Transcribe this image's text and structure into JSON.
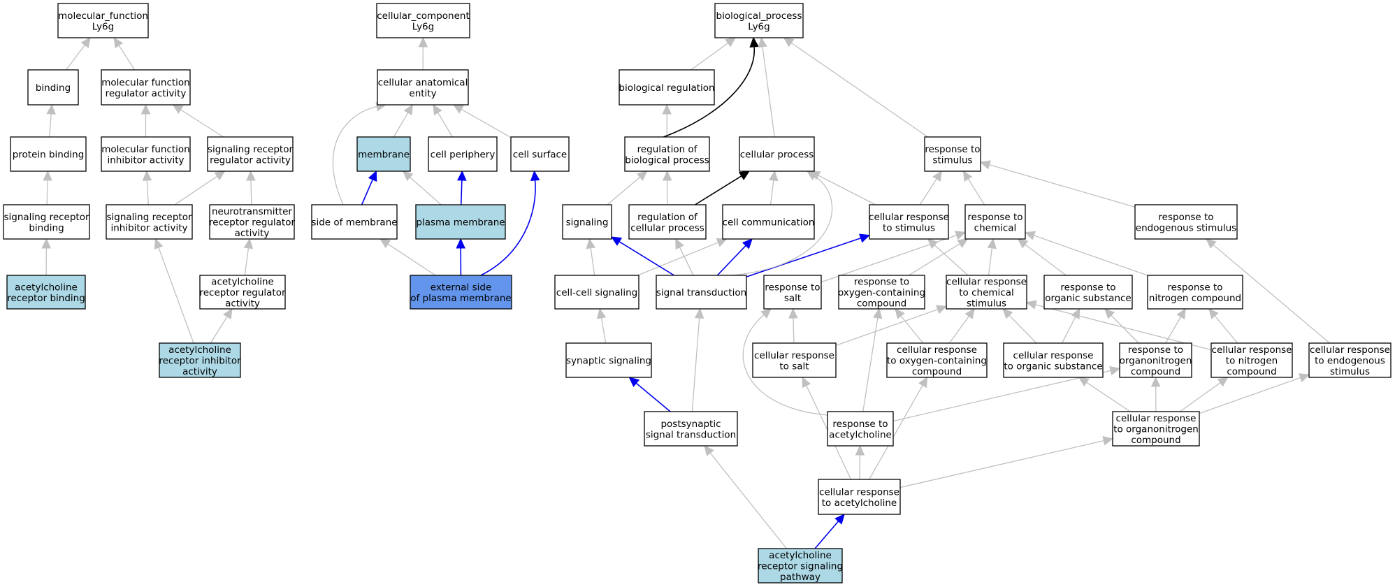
{
  "colors": {
    "default_fill": "#ffffff",
    "light_fill": "#add8e6",
    "dark_fill": "#6495ed",
    "edge_gray": "#c0c0c0",
    "edge_blue": "#0000ee",
    "edge_black": "#000000"
  },
  "nodes": {
    "mf_root": {
      "lines": [
        "molecular_function",
        "Ly6g"
      ],
      "fill": "default"
    },
    "binding": {
      "lines": [
        "binding"
      ],
      "fill": "default"
    },
    "mf_reg": {
      "lines": [
        "molecular function",
        "regulator activity"
      ],
      "fill": "default"
    },
    "protein_binding": {
      "lines": [
        "protein binding"
      ],
      "fill": "default"
    },
    "mf_inhib": {
      "lines": [
        "molecular function",
        "inhibitor activity"
      ],
      "fill": "default"
    },
    "sig_rec_reg": {
      "lines": [
        "signaling receptor",
        "regulator activity"
      ],
      "fill": "default"
    },
    "sig_rec_binding": {
      "lines": [
        "signaling receptor",
        "binding"
      ],
      "fill": "default"
    },
    "sig_rec_inhib": {
      "lines": [
        "signaling receptor",
        "inhibitor activity"
      ],
      "fill": "default"
    },
    "neuro_rec_reg": {
      "lines": [
        "neurotransmitter",
        "receptor regulator",
        "activity"
      ],
      "fill": "default"
    },
    "ach_rec_binding": {
      "lines": [
        "acetylcholine",
        "receptor binding"
      ],
      "fill": "light"
    },
    "ach_rec_reg": {
      "lines": [
        "acetylcholine",
        "receptor regulator",
        "activity"
      ],
      "fill": "default"
    },
    "ach_rec_inhib": {
      "lines": [
        "acetylcholine",
        "receptor inhibitor",
        "activity"
      ],
      "fill": "light"
    },
    "cc_root": {
      "lines": [
        "cellular_component",
        "Ly6g"
      ],
      "fill": "default"
    },
    "cae": {
      "lines": [
        "cellular anatomical",
        "entity"
      ],
      "fill": "default"
    },
    "membrane": {
      "lines": [
        "membrane"
      ],
      "fill": "light"
    },
    "cell_periphery": {
      "lines": [
        "cell periphery"
      ],
      "fill": "default"
    },
    "cell_surface": {
      "lines": [
        "cell surface"
      ],
      "fill": "default"
    },
    "side_membrane": {
      "lines": [
        "side of membrane"
      ],
      "fill": "default"
    },
    "plasma_membrane": {
      "lines": [
        "plasma membrane"
      ],
      "fill": "light"
    },
    "ext_side_pm": {
      "lines": [
        "external side",
        "of plasma membrane"
      ],
      "fill": "dark"
    },
    "bp_root": {
      "lines": [
        "biological_process",
        "Ly6g"
      ],
      "fill": "default"
    },
    "bio_reg": {
      "lines": [
        "biological regulation"
      ],
      "fill": "default"
    },
    "reg_bio_proc": {
      "lines": [
        "regulation of",
        "biological process"
      ],
      "fill": "default"
    },
    "cell_proc": {
      "lines": [
        "cellular process"
      ],
      "fill": "default"
    },
    "resp_stim": {
      "lines": [
        "response to",
        "stimulus"
      ],
      "fill": "default"
    },
    "signaling": {
      "lines": [
        "signaling"
      ],
      "fill": "default"
    },
    "reg_cell_proc": {
      "lines": [
        "regulation of",
        "cellular process"
      ],
      "fill": "default"
    },
    "cell_comm": {
      "lines": [
        "cell communication"
      ],
      "fill": "default"
    },
    "cell_resp_stim": {
      "lines": [
        "cellular response",
        "to stimulus"
      ],
      "fill": "default"
    },
    "resp_chem": {
      "lines": [
        "response to",
        "chemical"
      ],
      "fill": "default"
    },
    "resp_endo": {
      "lines": [
        "response to",
        "endogenous stimulus"
      ],
      "fill": "default"
    },
    "cell_cell_sig": {
      "lines": [
        "cell-cell signaling"
      ],
      "fill": "default"
    },
    "sig_trans": {
      "lines": [
        "signal transduction"
      ],
      "fill": "default"
    },
    "resp_salt": {
      "lines": [
        "response to",
        "salt"
      ],
      "fill": "default"
    },
    "resp_oxy": {
      "lines": [
        "response to",
        "oxygen-containing",
        "compound"
      ],
      "fill": "default"
    },
    "cell_resp_chem": {
      "lines": [
        "cellular response",
        "to chemical",
        "stimulus"
      ],
      "fill": "default"
    },
    "resp_org_sub": {
      "lines": [
        "response to",
        "organic substance"
      ],
      "fill": "default"
    },
    "resp_nitro": {
      "lines": [
        "response to",
        "nitrogen compound"
      ],
      "fill": "default"
    },
    "syn_sig": {
      "lines": [
        "synaptic signaling"
      ],
      "fill": "default"
    },
    "cell_resp_salt": {
      "lines": [
        "cellular response",
        "to salt"
      ],
      "fill": "default"
    },
    "cell_resp_oxy": {
      "lines": [
        "cellular response",
        "to oxygen-containing",
        "compound"
      ],
      "fill": "default"
    },
    "cell_resp_org_sub": {
      "lines": [
        "cellular response",
        "to organic substance"
      ],
      "fill": "default"
    },
    "resp_organonitro": {
      "lines": [
        "response to",
        "organonitrogen",
        "compound"
      ],
      "fill": "default"
    },
    "cell_resp_nitro": {
      "lines": [
        "cellular response",
        "to nitrogen",
        "compound"
      ],
      "fill": "default"
    },
    "cell_resp_endo": {
      "lines": [
        "cellular response",
        "to endogenous",
        "stimulus"
      ],
      "fill": "default"
    },
    "postsyn_sig": {
      "lines": [
        "postsynaptic",
        "signal transduction"
      ],
      "fill": "default"
    },
    "resp_ach": {
      "lines": [
        "response to",
        "acetylcholine"
      ],
      "fill": "default"
    },
    "cell_resp_organonitro": {
      "lines": [
        "cellular response",
        "to organonitrogen",
        "compound"
      ],
      "fill": "default"
    },
    "cell_resp_ach": {
      "lines": [
        "cellular response",
        "to acetylcholine"
      ],
      "fill": "default"
    },
    "ach_path": {
      "lines": [
        "acetylcholine",
        "receptor signaling",
        "pathway"
      ],
      "fill": "light"
    }
  },
  "edges": [
    {
      "from": "binding",
      "to": "mf_root",
      "color": "gray"
    },
    {
      "from": "mf_reg",
      "to": "mf_root",
      "color": "gray"
    },
    {
      "from": "protein_binding",
      "to": "binding",
      "color": "gray"
    },
    {
      "from": "mf_inhib",
      "to": "mf_reg",
      "color": "gray"
    },
    {
      "from": "sig_rec_reg",
      "to": "mf_reg",
      "color": "gray"
    },
    {
      "from": "sig_rec_binding",
      "to": "protein_binding",
      "color": "gray"
    },
    {
      "from": "sig_rec_inhib",
      "to": "mf_inhib",
      "color": "gray"
    },
    {
      "from": "sig_rec_inhib",
      "to": "sig_rec_reg",
      "color": "gray"
    },
    {
      "from": "neuro_rec_reg",
      "to": "sig_rec_reg",
      "color": "gray"
    },
    {
      "from": "ach_rec_binding",
      "to": "sig_rec_binding",
      "color": "gray"
    },
    {
      "from": "ach_rec_reg",
      "to": "neuro_rec_reg",
      "color": "gray"
    },
    {
      "from": "ach_rec_inhib",
      "to": "sig_rec_inhib",
      "color": "gray"
    },
    {
      "from": "ach_rec_inhib",
      "to": "ach_rec_reg",
      "color": "gray"
    },
    {
      "from": "cae",
      "to": "cc_root",
      "color": "gray"
    },
    {
      "from": "membrane",
      "to": "cae",
      "color": "gray"
    },
    {
      "from": "cell_periphery",
      "to": "cae",
      "color": "gray"
    },
    {
      "from": "cell_surface",
      "to": "cae",
      "color": "gray"
    },
    {
      "from": "side_membrane",
      "to": "cae",
      "color": "gray",
      "curve": "side-left"
    },
    {
      "from": "side_membrane",
      "to": "membrane",
      "color": "blue"
    },
    {
      "from": "plasma_membrane",
      "to": "membrane",
      "color": "gray"
    },
    {
      "from": "plasma_membrane",
      "to": "cell_periphery",
      "color": "blue"
    },
    {
      "from": "ext_side_pm",
      "to": "side_membrane",
      "color": "gray"
    },
    {
      "from": "ext_side_pm",
      "to": "plasma_membrane",
      "color": "blue"
    },
    {
      "from": "ext_side_pm",
      "to": "cell_surface",
      "color": "blue",
      "curve": "right-up"
    },
    {
      "from": "bio_reg",
      "to": "bp_root",
      "color": "gray"
    },
    {
      "from": "reg_bio_proc",
      "to": "bio_reg",
      "color": "gray"
    },
    {
      "from": "reg_bio_proc",
      "to": "bp_root",
      "color": "black",
      "curve": "up-right"
    },
    {
      "from": "cell_proc",
      "to": "bp_root",
      "color": "gray"
    },
    {
      "from": "resp_stim",
      "to": "bp_root",
      "color": "gray"
    },
    {
      "from": "signaling",
      "to": "reg_bio_proc",
      "color": "gray"
    },
    {
      "from": "reg_cell_proc",
      "to": "reg_bio_proc",
      "color": "gray"
    },
    {
      "from": "reg_cell_proc",
      "to": "cell_proc",
      "color": "black"
    },
    {
      "from": "cell_comm",
      "to": "cell_proc",
      "color": "gray"
    },
    {
      "from": "cell_resp_stim",
      "to": "cell_proc",
      "color": "gray"
    },
    {
      "from": "cell_resp_stim",
      "to": "resp_stim",
      "color": "gray"
    },
    {
      "from": "resp_chem",
      "to": "resp_stim",
      "color": "gray"
    },
    {
      "from": "resp_endo",
      "to": "resp_stim",
      "color": "gray"
    },
    {
      "from": "cell_cell_sig",
      "to": "signaling",
      "color": "gray"
    },
    {
      "from": "cell_cell_sig",
      "to": "cell_comm",
      "color": "gray"
    },
    {
      "from": "sig_trans",
      "to": "signaling",
      "color": "blue"
    },
    {
      "from": "sig_trans",
      "to": "reg_cell_proc",
      "color": "gray"
    },
    {
      "from": "sig_trans",
      "to": "cell_comm",
      "color": "blue"
    },
    {
      "from": "sig_trans",
      "to": "cell_resp_stim",
      "color": "blue"
    },
    {
      "from": "sig_trans",
      "to": "cell_proc",
      "color": "gray",
      "curve": "bulge-right"
    },
    {
      "from": "resp_salt",
      "to": "resp_chem",
      "color": "gray"
    },
    {
      "from": "resp_oxy",
      "to": "resp_chem",
      "color": "gray"
    },
    {
      "from": "cell_resp_chem",
      "to": "resp_chem",
      "color": "gray"
    },
    {
      "from": "cell_resp_chem",
      "to": "cell_resp_stim",
      "color": "gray"
    },
    {
      "from": "resp_org_sub",
      "to": "resp_chem",
      "color": "gray"
    },
    {
      "from": "resp_nitro",
      "to": "resp_chem",
      "color": "gray"
    },
    {
      "from": "syn_sig",
      "to": "cell_cell_sig",
      "color": "gray"
    },
    {
      "from": "cell_resp_salt",
      "to": "resp_salt",
      "color": "gray"
    },
    {
      "from": "cell_resp_salt",
      "to": "cell_resp_chem",
      "color": "gray"
    },
    {
      "from": "cell_resp_oxy",
      "to": "resp_oxy",
      "color": "gray"
    },
    {
      "from": "cell_resp_oxy",
      "to": "cell_resp_chem",
      "color": "gray"
    },
    {
      "from": "cell_resp_org_sub",
      "to": "cell_resp_chem",
      "color": "gray"
    },
    {
      "from": "cell_resp_org_sub",
      "to": "resp_org_sub",
      "color": "gray"
    },
    {
      "from": "resp_organonitro",
      "to": "resp_org_sub",
      "color": "gray"
    },
    {
      "from": "resp_organonitro",
      "to": "resp_nitro",
      "color": "gray"
    },
    {
      "from": "cell_resp_nitro",
      "to": "resp_nitro",
      "color": "gray"
    },
    {
      "from": "cell_resp_nitro",
      "to": "cell_resp_chem",
      "color": "gray"
    },
    {
      "from": "cell_resp_endo",
      "to": "resp_endo",
      "color": "gray"
    },
    {
      "from": "postsyn_sig",
      "to": "syn_sig",
      "color": "blue"
    },
    {
      "from": "postsyn_sig",
      "to": "sig_trans",
      "color": "gray"
    },
    {
      "from": "resp_ach",
      "to": "resp_oxy",
      "color": "gray"
    },
    {
      "from": "resp_ach",
      "to": "resp_organonitro",
      "color": "gray"
    },
    {
      "from": "resp_ach",
      "to": "resp_salt",
      "color": "gray",
      "curve": "bulge-left"
    },
    {
      "from": "cell_resp_organonitro",
      "to": "cell_resp_org_sub",
      "color": "gray"
    },
    {
      "from": "cell_resp_organonitro",
      "to": "resp_organonitro",
      "color": "gray"
    },
    {
      "from": "cell_resp_organonitro",
      "to": "cell_resp_nitro",
      "color": "gray"
    },
    {
      "from": "cell_resp_organonitro",
      "to": "cell_resp_endo",
      "color": "gray"
    },
    {
      "from": "cell_resp_ach",
      "to": "resp_ach",
      "color": "gray"
    },
    {
      "from": "cell_resp_ach",
      "to": "cell_resp_salt",
      "color": "gray"
    },
    {
      "from": "cell_resp_ach",
      "to": "cell_resp_oxy",
      "color": "gray"
    },
    {
      "from": "cell_resp_ach",
      "to": "cell_resp_organonitro",
      "color": "gray"
    },
    {
      "from": "ach_path",
      "to": "cell_resp_ach",
      "color": "blue"
    },
    {
      "from": "ach_path",
      "to": "postsyn_sig",
      "color": "gray"
    }
  ]
}
